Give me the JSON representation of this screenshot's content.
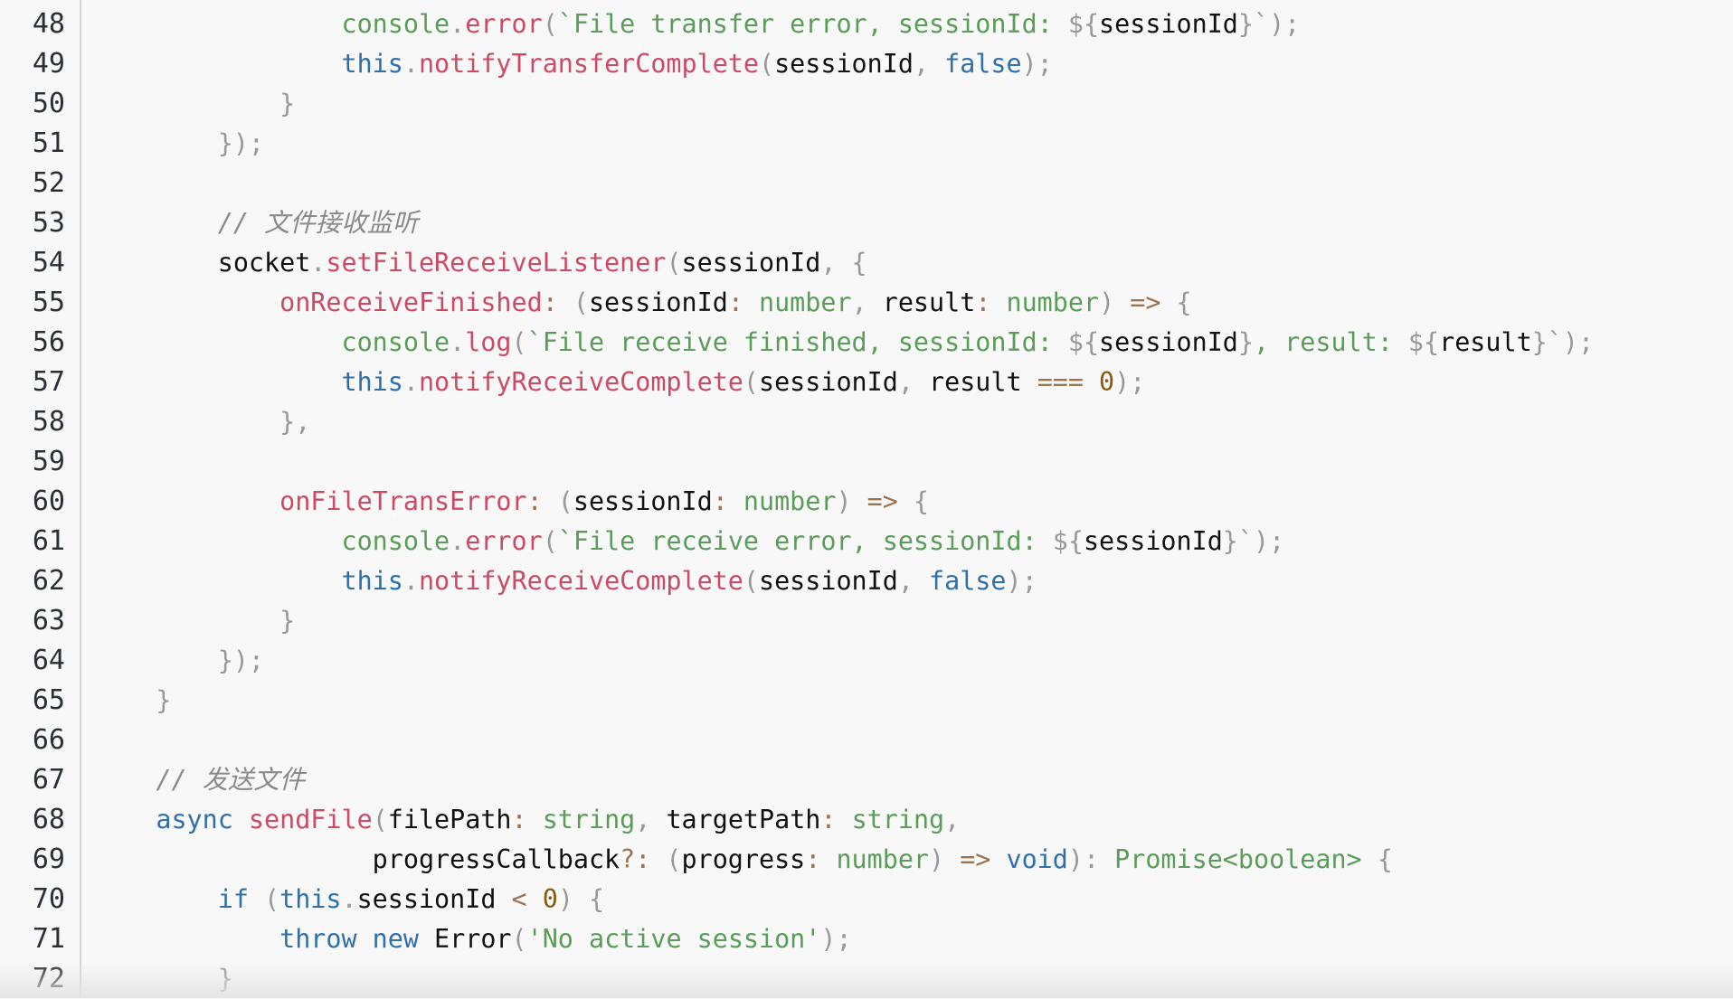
{
  "lines": [
    {
      "n": "48",
      "tokens": [
        [
          "str",
          "                console"
        ],
        [
          "p",
          "."
        ],
        [
          "fn",
          "error"
        ],
        [
          "p",
          "("
        ],
        [
          "str",
          "`File transfer error, sessionId: "
        ],
        [
          "p",
          "${"
        ],
        [
          "id",
          "sessionId"
        ],
        [
          "p",
          "}`"
        ],
        [
          "p",
          ");"
        ]
      ]
    },
    {
      "n": "49",
      "tokens": [
        [
          "kw",
          "                this"
        ],
        [
          "p",
          "."
        ],
        [
          "fn",
          "notifyTransferComplete"
        ],
        [
          "p",
          "("
        ],
        [
          "id",
          "sessionId"
        ],
        [
          "p",
          ", "
        ],
        [
          "kw",
          "false"
        ],
        [
          "p",
          ");"
        ]
      ]
    },
    {
      "n": "50",
      "tokens": [
        [
          "p",
          "            }"
        ]
      ]
    },
    {
      "n": "51",
      "tokens": [
        [
          "p",
          "        });"
        ]
      ]
    },
    {
      "n": "52",
      "tokens": []
    },
    {
      "n": "53",
      "tokens": [
        [
          "cm",
          "        // 文件接收监听"
        ]
      ]
    },
    {
      "n": "54",
      "tokens": [
        [
          "id",
          "        socket"
        ],
        [
          "p",
          "."
        ],
        [
          "fn",
          "setFileReceiveListener"
        ],
        [
          "p",
          "("
        ],
        [
          "id",
          "sessionId"
        ],
        [
          "p",
          ", {"
        ]
      ]
    },
    {
      "n": "55",
      "tokens": [
        [
          "fn",
          "            onReceiveFinished"
        ],
        [
          "op",
          ":"
        ],
        [
          "p",
          " ("
        ],
        [
          "id",
          "sessionId"
        ],
        [
          "op",
          ":"
        ],
        [
          "str",
          " number"
        ],
        [
          "p",
          ", "
        ],
        [
          "id",
          "result"
        ],
        [
          "op",
          ":"
        ],
        [
          "str",
          " number"
        ],
        [
          "p",
          ") "
        ],
        [
          "op",
          "=>"
        ],
        [
          "p",
          " {"
        ]
      ]
    },
    {
      "n": "56",
      "tokens": [
        [
          "str",
          "                console"
        ],
        [
          "p",
          "."
        ],
        [
          "fn",
          "log"
        ],
        [
          "p",
          "("
        ],
        [
          "str",
          "`File receive finished, sessionId: "
        ],
        [
          "p",
          "${"
        ],
        [
          "id",
          "sessionId"
        ],
        [
          "p",
          "}"
        ],
        [
          "str",
          ", result: "
        ],
        [
          "p",
          "${"
        ],
        [
          "id",
          "result"
        ],
        [
          "p",
          "}`"
        ],
        [
          "p",
          ");"
        ]
      ]
    },
    {
      "n": "57",
      "tokens": [
        [
          "kw",
          "                this"
        ],
        [
          "p",
          "."
        ],
        [
          "fn",
          "notifyReceiveComplete"
        ],
        [
          "p",
          "("
        ],
        [
          "id",
          "sessionId"
        ],
        [
          "p",
          ", "
        ],
        [
          "id",
          "result "
        ],
        [
          "op",
          "==="
        ],
        [
          "num",
          " 0"
        ],
        [
          "p",
          ");"
        ]
      ]
    },
    {
      "n": "58",
      "tokens": [
        [
          "p",
          "            },"
        ]
      ]
    },
    {
      "n": "59",
      "tokens": []
    },
    {
      "n": "60",
      "tokens": [
        [
          "fn",
          "            onFileTransError"
        ],
        [
          "op",
          ":"
        ],
        [
          "p",
          " ("
        ],
        [
          "id",
          "sessionId"
        ],
        [
          "op",
          ":"
        ],
        [
          "str",
          " number"
        ],
        [
          "p",
          ") "
        ],
        [
          "op",
          "=>"
        ],
        [
          "p",
          " {"
        ]
      ]
    },
    {
      "n": "61",
      "tokens": [
        [
          "str",
          "                console"
        ],
        [
          "p",
          "."
        ],
        [
          "fn",
          "error"
        ],
        [
          "p",
          "("
        ],
        [
          "str",
          "`File receive error, sessionId: "
        ],
        [
          "p",
          "${"
        ],
        [
          "id",
          "sessionId"
        ],
        [
          "p",
          "}`"
        ],
        [
          "p",
          ");"
        ]
      ]
    },
    {
      "n": "62",
      "tokens": [
        [
          "kw",
          "                this"
        ],
        [
          "p",
          "."
        ],
        [
          "fn",
          "notifyReceiveComplete"
        ],
        [
          "p",
          "("
        ],
        [
          "id",
          "sessionId"
        ],
        [
          "p",
          ", "
        ],
        [
          "kw",
          "false"
        ],
        [
          "p",
          ");"
        ]
      ]
    },
    {
      "n": "63",
      "tokens": [
        [
          "p",
          "            }"
        ]
      ]
    },
    {
      "n": "64",
      "tokens": [
        [
          "p",
          "        });"
        ]
      ]
    },
    {
      "n": "65",
      "tokens": [
        [
          "p",
          "    }"
        ]
      ]
    },
    {
      "n": "66",
      "tokens": []
    },
    {
      "n": "67",
      "tokens": [
        [
          "cm",
          "    // 发送文件"
        ]
      ]
    },
    {
      "n": "68",
      "tokens": [
        [
          "kw",
          "    async"
        ],
        [
          "fn",
          " sendFile"
        ],
        [
          "p",
          "("
        ],
        [
          "id",
          "filePath"
        ],
        [
          "op",
          ":"
        ],
        [
          "str",
          " string"
        ],
        [
          "p",
          ", "
        ],
        [
          "id",
          "targetPath"
        ],
        [
          "op",
          ":"
        ],
        [
          "str",
          " string"
        ],
        [
          "p",
          ","
        ]
      ]
    },
    {
      "n": "69",
      "tokens": [
        [
          "id",
          "                  progressCallback"
        ],
        [
          "op",
          "?:"
        ],
        [
          "p",
          " ("
        ],
        [
          "id",
          "progress"
        ],
        [
          "op",
          ":"
        ],
        [
          "str",
          " number"
        ],
        [
          "p",
          ") "
        ],
        [
          "op",
          "=>"
        ],
        [
          "kw",
          " void"
        ],
        [
          "p",
          "):"
        ],
        [
          "str",
          " Promise<boolean>"
        ],
        [
          "p",
          " {"
        ]
      ]
    },
    {
      "n": "70",
      "tokens": [
        [
          "kw",
          "        if"
        ],
        [
          "p",
          " ("
        ],
        [
          "kw",
          "this"
        ],
        [
          "p",
          "."
        ],
        [
          "id",
          "sessionId "
        ],
        [
          "op",
          "<"
        ],
        [
          "num",
          " 0"
        ],
        [
          "p",
          ") {"
        ]
      ]
    },
    {
      "n": "71",
      "tokens": [
        [
          "kw",
          "            throw new"
        ],
        [
          "id",
          " Error"
        ],
        [
          "p",
          "("
        ],
        [
          "str",
          "'No active session'"
        ],
        [
          "p",
          ");"
        ]
      ]
    },
    {
      "n": "72",
      "tokens": [
        [
          "p",
          "        }"
        ]
      ]
    }
  ]
}
